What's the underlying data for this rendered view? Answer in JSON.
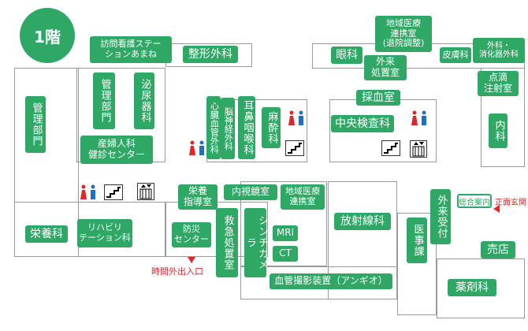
{
  "floor": "1階",
  "rooms": {
    "houmon": "訪問看護ステー\nションあまね",
    "seikei": "整形外科",
    "ganka": "眼科",
    "chiiki_top": "地域医療\n連携室\n(退院調整)",
    "gairai_shochi": "外来\n処置室",
    "hifu": "皮膚科",
    "geka_shoka": "外科・\n消化器外科",
    "tenteki": "点滴\n注射室",
    "naika": "内科",
    "kanri_left": "管理部門",
    "kanri_mid": "管理部門",
    "hinyouki": "泌尿器科",
    "sanfujin": "産婦人科\n健診センター",
    "shinzou": "心臓血管外科",
    "noushinkei": "脳神経外科",
    "jibi": "耳鼻咽喉科",
    "masui": "麻酔科",
    "saiketsu": "採血室",
    "chuou_kensa": "中央検査科",
    "eiyou_shidou": "栄養\n指導室",
    "naishikyou": "内視鏡室",
    "chiiki_mid": "地域医療\n連携室",
    "eiyouka": "栄養科",
    "rehab": "リハビリ\nテーション科",
    "bousai": "防災\nセンター",
    "kyuukyuu": "救急処置室",
    "shinchi": "シンチカメラ",
    "mri": "MRI",
    "ct": "CT",
    "houshasen": "放射線科",
    "iji": "医事課",
    "gairai_uketsuke": "外来受付",
    "baiten": "売店",
    "yakuzai": "薬剤科",
    "kekkan": "血管撮影装置（アンギオ）"
  },
  "info_desk": "総合案内",
  "entrances": {
    "main": "正面玄関",
    "after_hours": "時間外出入口"
  },
  "colors": {
    "label_green": "#2fa866",
    "wall_gray": "#9a9a9a",
    "restroom_red": "#e0262b",
    "restroom_blue": "#1f6fc4",
    "entrance_red": "#e0262b"
  },
  "icons": [
    "restroom-icon",
    "stairs-icon",
    "elevator-icon"
  ]
}
